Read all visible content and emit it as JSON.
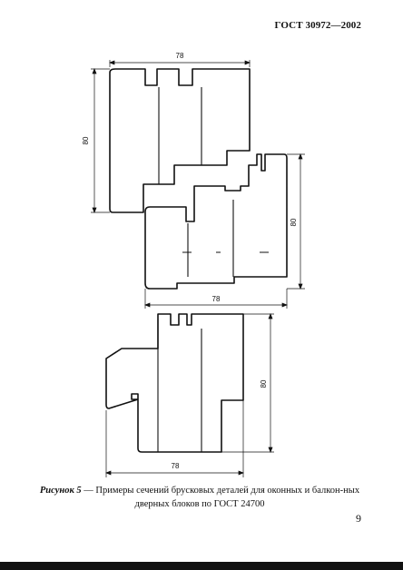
{
  "header": {
    "standard_code": "ГОСТ 30972—2002"
  },
  "figure": {
    "profiles": [
      {
        "id": "profile-1",
        "width_label": "78",
        "height_label": "80"
      },
      {
        "id": "profile-2",
        "width_label": "78",
        "height_label": "80"
      },
      {
        "id": "profile-3",
        "width_label": "78",
        "height_label": "80"
      }
    ]
  },
  "caption": {
    "label": "Рисунок 5",
    "dash": " — ",
    "text": "Примеры сечений брусковых деталей для оконных и балкон-ных дверных блоков по ГОСТ 24700"
  },
  "footer": {
    "page_number": "9"
  }
}
